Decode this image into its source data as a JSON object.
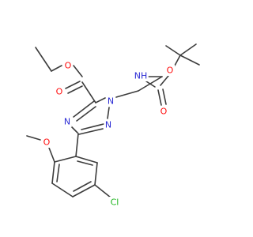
{
  "molecule": {
    "atoms": {
      "ester_o_single": "O",
      "ester_o_double": "O",
      "triazole_n1": "N",
      "triazole_n2": "N",
      "triazole_n4": "N",
      "carbamate_nh": "NH",
      "carbamate_o_single": "O",
      "carbamate_o_double": "O",
      "methoxy_o": "O",
      "chlorine": "Cl"
    },
    "colors": {
      "bond": "#3c3c3c",
      "oxygen": "#ff0d0d",
      "nitrogen": "#2a2ad4",
      "chlorine": "#1fb51f"
    }
  }
}
